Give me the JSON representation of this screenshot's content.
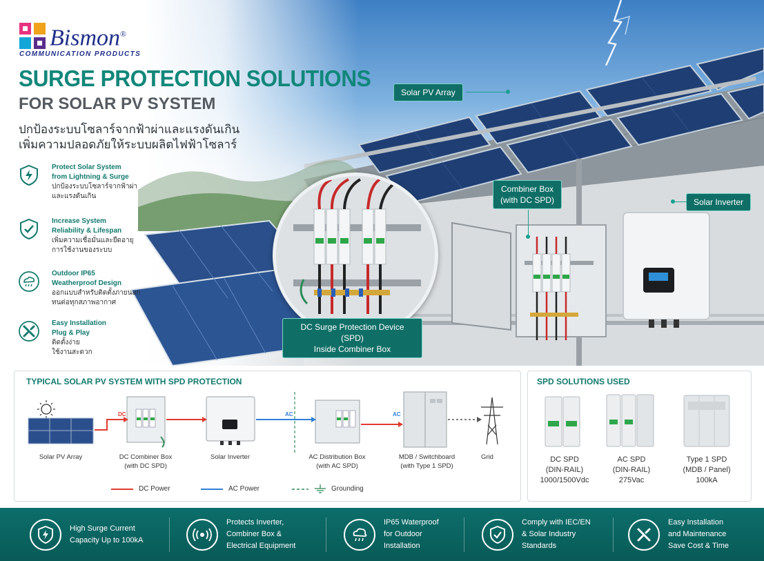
{
  "brand": {
    "name": "Bismon",
    "registered": "®",
    "tagline": "COMMUNICATION PRODUCTS"
  },
  "header": {
    "title": "SURGE PROTECTION SOLUTIONS",
    "subtitle": "FOR SOLAR PV SYSTEM",
    "thai_line1": "ปกป้องระบบโซลาร์จากฟ้าผ่าและแรงดันเกิน",
    "thai_line2": "เพิ่มความปลอดภัยให้ระบบผลิตไฟฟ้าโซลาร์"
  },
  "features": [
    {
      "en1": "Protect Solar System",
      "en2": "from Lightning & Surge",
      "th1": "ปกป้องระบบโซลาร์จากฟ้าผ่า",
      "th2": "และแรงดันเกิน",
      "icon": "shield-lightning-icon"
    },
    {
      "en1": "Increase System",
      "en2": "Reliability & Lifespan",
      "th1": "เพิ่มความเชื่อมั่นและยืดอายุ",
      "th2": "การใช้งานของระบบ",
      "icon": "shield-check-icon"
    },
    {
      "en1": "Outdoor IP65",
      "en2": "Weatherproof Design",
      "th1": "ออกแบบสำหรับติดตั้งภายนอก",
      "th2": "ทนต่อทุกสภาพอากาศ",
      "icon": "cloud-rain-icon"
    },
    {
      "en1": "Easy Installation",
      "en2": "Plug & Play",
      "th1": "ติดตั้งง่าย",
      "th2": "ใช้งานสะดวก",
      "icon": "tools-icon"
    }
  ],
  "callouts": {
    "pv_array": "Solar PV Array",
    "combiner_1": "Combiner Box",
    "combiner_2": "(with DC SPD)",
    "inverter": "Solar Inverter",
    "spd_1": "DC Surge Protection Device (SPD)",
    "spd_2": "Inside Combiner Box"
  },
  "diagram": {
    "title": "TYPICAL SOLAR PV SYSTEM WITH SPD PROTECTION",
    "nodes": [
      {
        "l1": "Solar PV Array",
        "l2": ""
      },
      {
        "l1": "DC Combiner Box",
        "l2": "(with DC SPD)"
      },
      {
        "l1": "Solar Inverter",
        "l2": ""
      },
      {
        "l1": "AC Distribution Box",
        "l2": "(with AC SPD)"
      },
      {
        "l1": "MDB / Switchboard",
        "l2": "(with Type 1 SPD)"
      },
      {
        "l1": "Grid",
        "l2": ""
      }
    ],
    "dc_tag": "DC",
    "ac_tag1": "AC",
    "ac_tag2": "AC",
    "legend": {
      "dc": "DC Power",
      "ac": "AC Power",
      "ground": "Grounding"
    },
    "colors": {
      "dc": "#e03a2f",
      "ac": "#2f7fd6",
      "ground": "#2e8b57"
    }
  },
  "spd": {
    "title": "SPD SOLUTIONS USED",
    "items": [
      {
        "l1": "DC SPD",
        "l2": "(DIN-RAIL)",
        "l3": "1000/1500Vdc"
      },
      {
        "l1": "AC SPD",
        "l2": "(DIN-RAIL)",
        "l3": "275Vac"
      },
      {
        "l1": "Type 1 SPD",
        "l2": "(MDB / Panel)",
        "l3": "100kA"
      }
    ]
  },
  "benefits": [
    {
      "l1": "High Surge Current",
      "l2": "Capacity Up to 100kA",
      "l3": "",
      "icon": "shield-lightning-icon"
    },
    {
      "l1": "Protects Inverter,",
      "l2": "Combiner Box &",
      "l3": "Electrical Equipment",
      "icon": "signal-waves-icon"
    },
    {
      "l1": "IP65 Waterproof",
      "l2": "for Outdoor",
      "l3": "Installation",
      "icon": "cloud-rain-icon"
    },
    {
      "l1": "Comply with IEC/EN",
      "l2": "& Solar Industry",
      "l3": "Standards",
      "icon": "shield-check-icon"
    },
    {
      "l1": "Easy Installation",
      "l2": "and Maintenance",
      "l3": "Save Cost & Time",
      "icon": "tools-icon"
    }
  ]
}
